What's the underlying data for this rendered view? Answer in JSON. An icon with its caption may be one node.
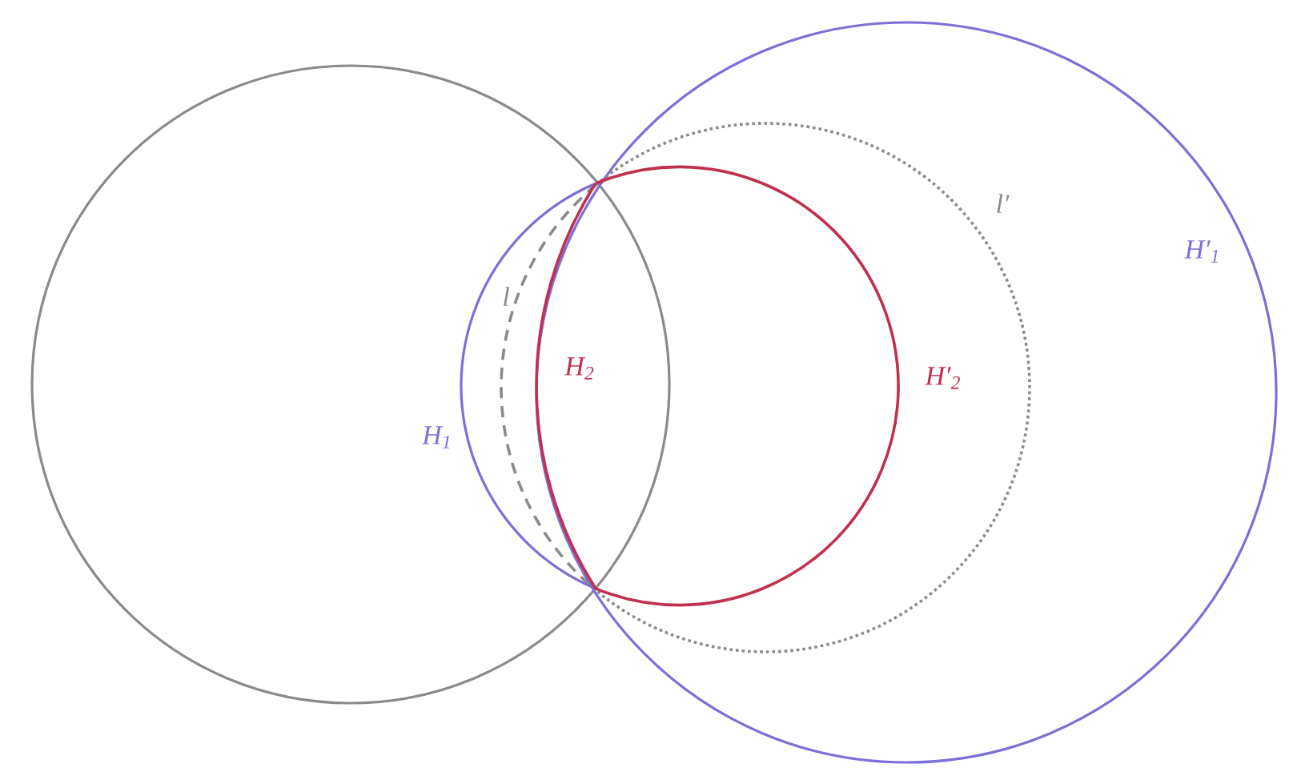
{
  "diagram": {
    "labels": [
      "l′",
      "H′$_{1}$",
      "l",
      "H$_{2}$",
      "H′$_{2}$",
      "H$_{1}$"
    ]
  }
}
